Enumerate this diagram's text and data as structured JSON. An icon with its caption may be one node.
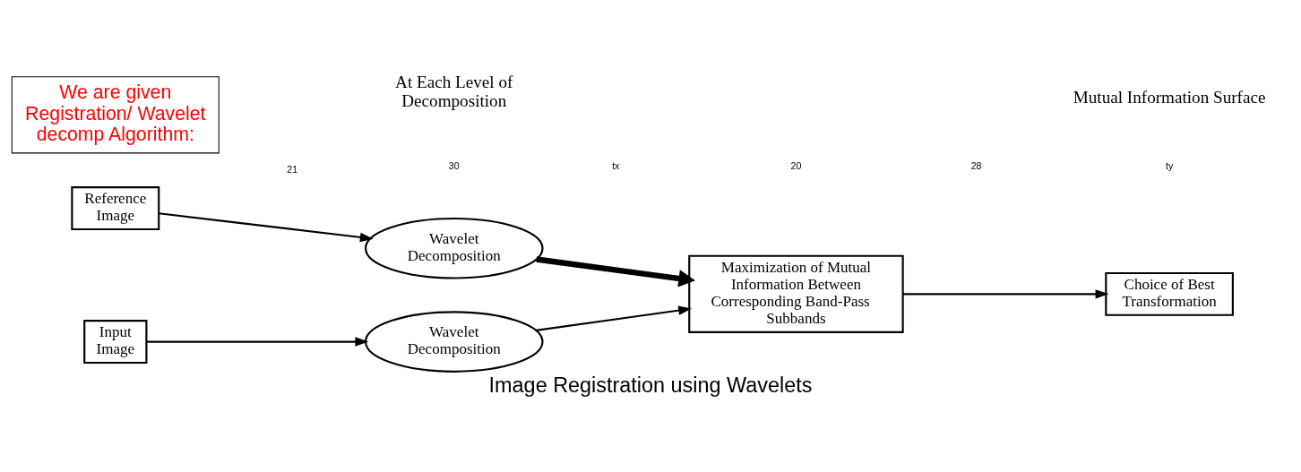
{
  "diagram": {
    "caption": "Image Registration using Wavelets",
    "nodes": [
      {
        "text": [
          "Reference Image"
        ]
      },
      {
        "text": [
          "Wavelet Decomposition"
        ]
      },
      {
        "text": [
          "Input Image"
        ]
      },
      {
        "text": [
          "Wavelet Decomposition"
        ]
      },
      {
        "text": [
          "Maximization of Mutual Information Between Corresponding Band-Pass    Subbands"
        ]
      },
      {
        "text": [
          "Choice of Best Transformation"
        ]
      },
      {
        "text": [
          "We are given Registration/ Wavelet decomp Algorithm:"
        ]
      }
    ],
    "edges": [
      {
        "from": 0,
        "to": 1,
        "arrow": "to"
      },
      {
        "from": 1,
        "to": 4,
        "arrow": "to",
        "style": "thick"
      },
      {
        "from": 2,
        "to": 3,
        "arrow": "to"
      },
      {
        "from": 3,
        "to": 4,
        "arrow": "to"
      },
      {
        "from": 4,
        "to": 5,
        "arrow": "to"
      }
    ],
    "labels": [
      "21",
      "30",
      "tx",
      "20",
      "28",
      "ty",
      "Mutual Information Surface",
      "At Each Level of Decomposition"
    ]
  }
}
